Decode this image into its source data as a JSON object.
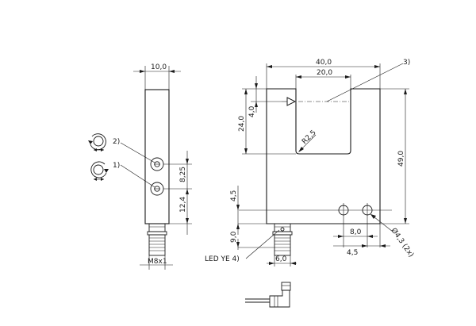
{
  "labels": {
    "left_width": "10,0",
    "left_dim_upper": "8,25",
    "left_dim_lower": "12,4",
    "connector": "M8x1",
    "callout_2": "2)",
    "callout_1": "1)",
    "top_width": "40,0",
    "slot_width": "20,0",
    "callout_3": "3)",
    "slot_depth": "24,0",
    "slot_offset": "4,0",
    "radius": "R2,5",
    "height": "49,0",
    "hole_offset": "4,5",
    "bottom_offset": "9,0",
    "hole_spacing": "8,0",
    "hole_edge": "4,5",
    "hole_dia": "Ø4,3 (2x)",
    "led_label": "LED YE 4)",
    "conn_width": "6,0"
  }
}
